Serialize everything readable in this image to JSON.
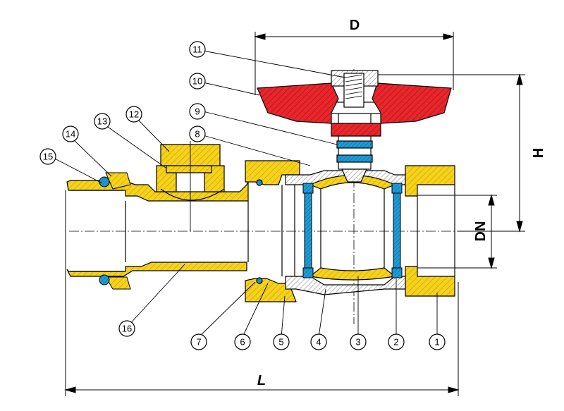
{
  "dimensions": {
    "D": "D",
    "H": "H",
    "DN": "DN",
    "L": "L"
  },
  "callouts": [
    "1",
    "2",
    "3",
    "4",
    "5",
    "6",
    "7",
    "8",
    "9",
    "10",
    "11",
    "12",
    "13",
    "14",
    "15",
    "16"
  ],
  "colors": {
    "brass": "#f5d21c",
    "brass_dark": "#d9a800",
    "handle": "#e8262b",
    "seal": "#1e9bd7",
    "outline": "#000000",
    "steel": "#ffffff"
  }
}
